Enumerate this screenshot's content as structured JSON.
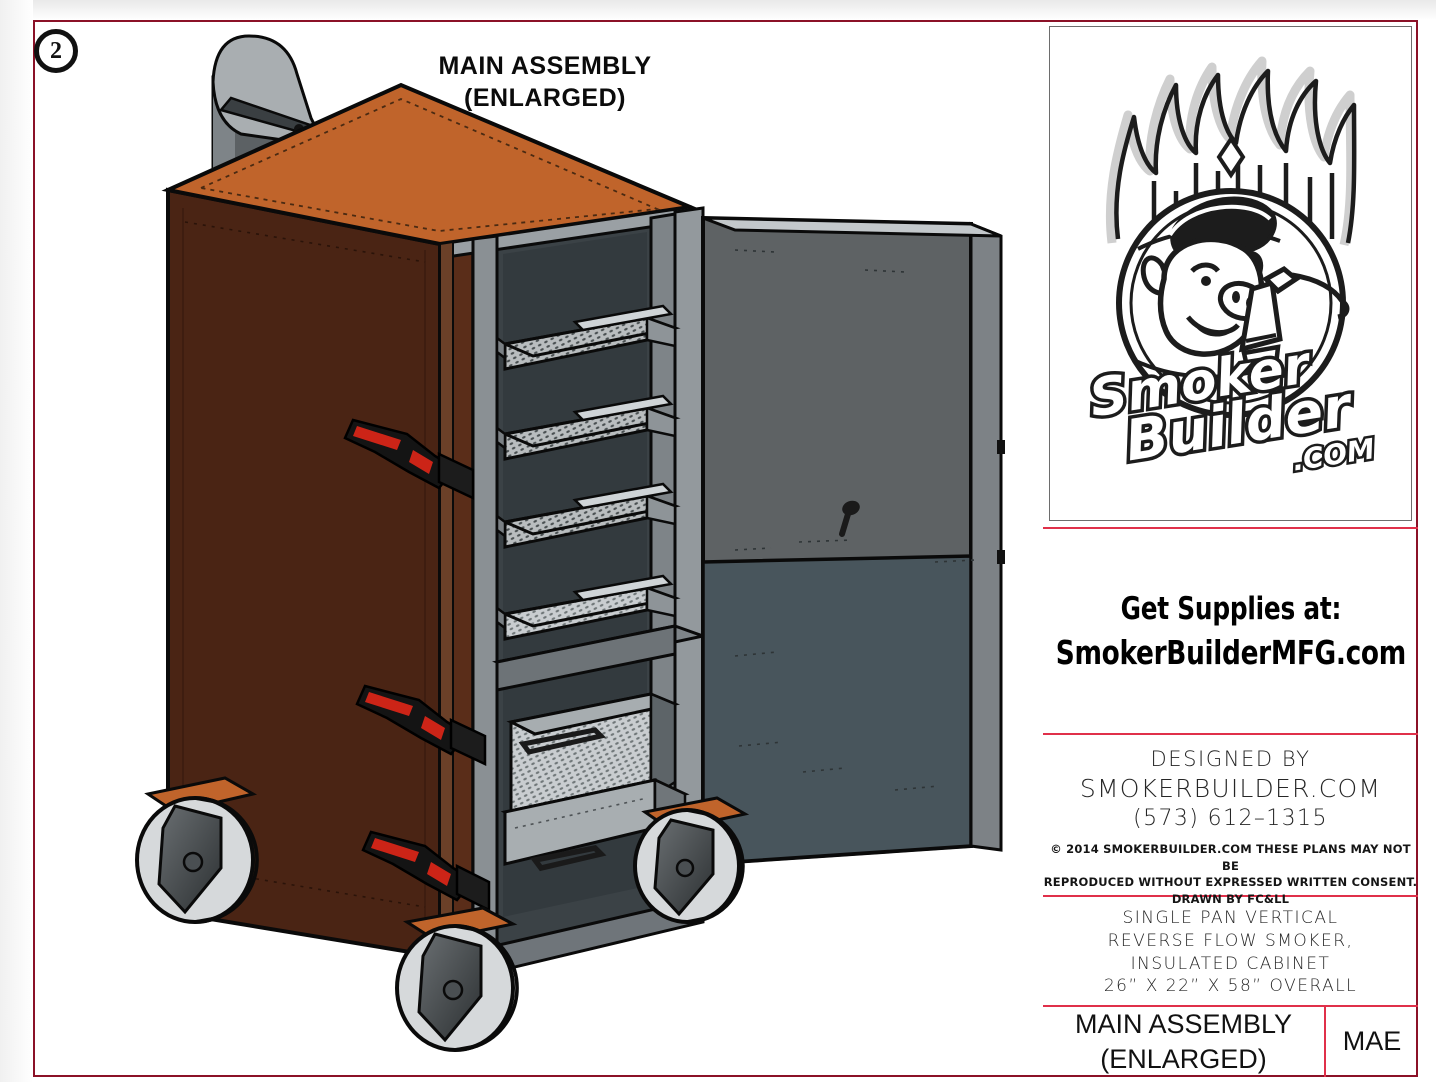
{
  "sheet": {
    "item_number": "2",
    "border_color": "#8b1127",
    "divider_color": "#e0304a"
  },
  "drawing": {
    "title_line1": "MAIN ASSEMBLY",
    "title_line2": "(ENLARGED)",
    "subject": "single-pan vertical reverse-flow insulated cabinet smoker, isometric view, door open",
    "colors": {
      "cabinet_body": "#4a2414",
      "cabinet_top": "#c0642b",
      "frame_gray": "#808488",
      "interior_dark": "#3b4246",
      "door_gray": "#5e6264",
      "door_lower_gray": "#48555c",
      "caster_red": "#e03c26",
      "caster_plate": "#c0642b",
      "latch_black": "#141414",
      "latch_red": "#cc2417",
      "stack_gray": "#9aa0a4"
    },
    "components": [
      "exhaust stack with damper cap",
      "insulated top panel",
      "four expanded-metal cooking racks",
      "three toggle door latches",
      "reverse flow baffle pan drawer",
      "charcoal / fire box drawer",
      "four swivel casters",
      "insulated door with thermometer port"
    ],
    "rack_count": 4,
    "latch_count": 3,
    "caster_count": 4
  },
  "title_block": {
    "logo": {
      "name": "smokerbuilder-pig-logo",
      "brand_line1": "Smoker",
      "brand_line2": "Builder",
      "brand_line3": ".COM"
    },
    "supplies": {
      "line1": "Get Supplies at:",
      "line2": "SmokerBuilderMFG.com"
    },
    "designed": {
      "line1": "DESIGNED  BY",
      "line2": "SMOKERBUILDER.COM",
      "line3": "(573)  612–1315",
      "copyright_line1": "©  2014  SMOKERBUILDER.COM  THESE  PLANS  MAY  NOT  BE",
      "copyright_line2": "REPRODUCED  WITHOUT  EXPRESSED  WRITTEN  CONSENT.",
      "copyright_line3": "DRAWN  BY  FC&LL"
    },
    "description": {
      "line1": "SINGLE  PAN  VERTICAL",
      "line2": "REVERSE  FLOW  SMOKER,",
      "line3": "INSULATED  CABINET",
      "line4": "26”  X  22”  X  58”  OVERALL"
    },
    "drawing_name": {
      "line1": "MAIN ASSEMBLY",
      "line2": "(ENLARGED)",
      "code": "MAE"
    }
  }
}
